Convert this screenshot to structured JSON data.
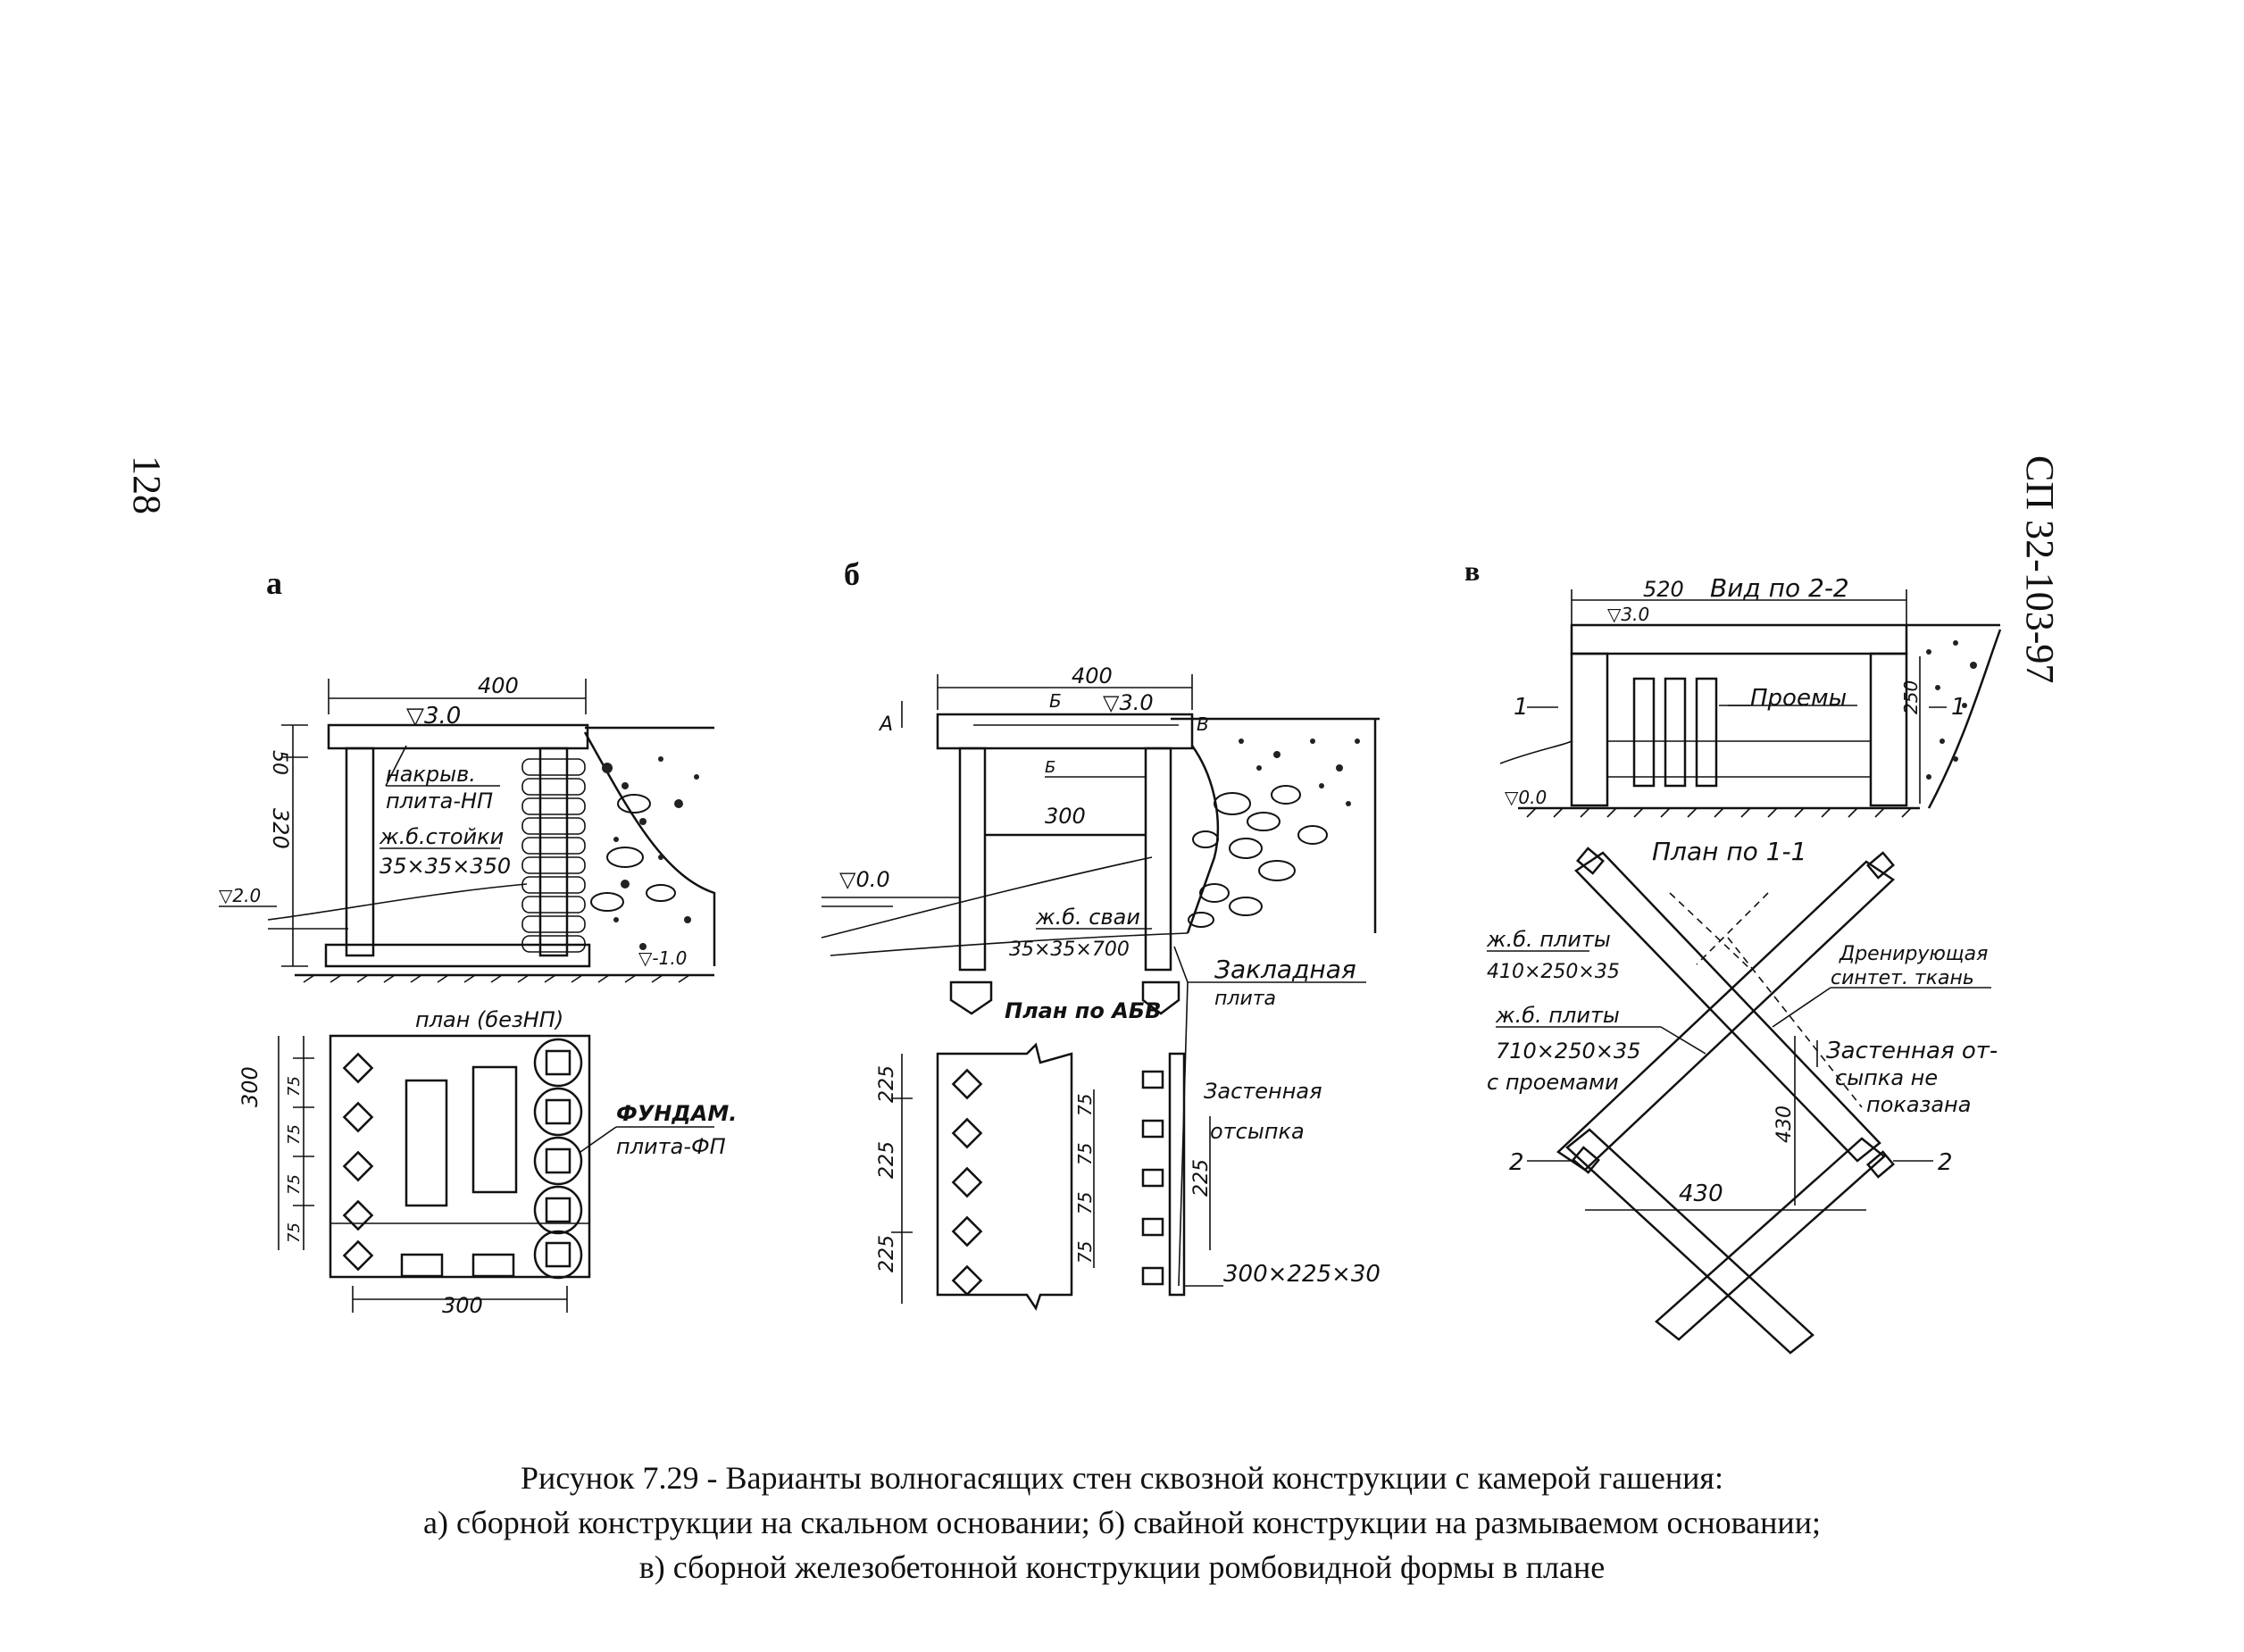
{
  "page_number": "128",
  "doc_code": "СП 32-103-97",
  "panels": {
    "a": {
      "letter": "а",
      "dim_width": "400",
      "dim_top": "50",
      "dim_height": "320",
      "level_top": "▽3.0",
      "level_water": "▽2.0",
      "level_bottom": "▽-1.0",
      "label_cap": "накрыв.",
      "label_cap2": "плита-НП",
      "label_post": "ж.б.стойки",
      "label_post_size": "35×35×350",
      "plan_title": "план (безНП)",
      "plan_dim_h": "300",
      "plan_dims_left": [
        "75",
        "75",
        "75",
        "75"
      ],
      "plan_dim_w": "300",
      "label_found": "ФУНДАМ.",
      "label_found2": "плита-ФП"
    },
    "b": {
      "letter": "б",
      "dim_width": "400",
      "level_top": "▽3.0",
      "level_water": "▽0.0",
      "dim_inner": "300",
      "mark_a": "А",
      "mark_b": "Б",
      "mark_v": "В",
      "label_piles": "ж.б. сваи",
      "label_piles_size": "35×35×700",
      "label_embed": "Закладная",
      "label_embed2": "плита",
      "plan_title": "План по АБВ",
      "plan_dims_left": [
        "225",
        "225",
        "225"
      ],
      "plan_dims_mid": [
        "75",
        "75",
        "75",
        "75"
      ],
      "plan_dim_right": "225",
      "label_backfill": "Застенная",
      "label_backfill2": "отсыпка",
      "label_plate": "300×225×30"
    },
    "v": {
      "letter": "в",
      "dim_width": "520",
      "view_title": "Вид по 2-2",
      "level_top": "▽3.0",
      "level_zero": "▽0.0",
      "dim_side": "250",
      "label_openings": "Проемы",
      "section_1_left": "1",
      "section_1_right": "1",
      "plan_title": "План по 1-1",
      "label_plates1": "ж.б. плиты",
      "label_plates1_size": "410×250×35",
      "label_plates2": "ж.б. плиты",
      "label_plates2_size": "710×250×35",
      "label_plates2_note": "с проемами",
      "label_drain": "Дренирующая",
      "label_drain2": "синтет. ткань",
      "label_backfill": "Застенная от-",
      "label_backfill2": "сыпка не",
      "label_backfill3": "показана",
      "dim_430_v": "430",
      "dim_430_h": "430",
      "section_2_left": "2",
      "section_2_right": "2"
    }
  },
  "caption": {
    "line1": "Рисунок 7.29 - Варианты волногасящих стен сквозной конструкции с камерой гашения:",
    "line2": "а) сборной конструкции на скальном основании; б) свайной конструкции на размываемом основании;",
    "line3": "в) сборной железобетонной конструкции ромбовидной формы в плане"
  }
}
